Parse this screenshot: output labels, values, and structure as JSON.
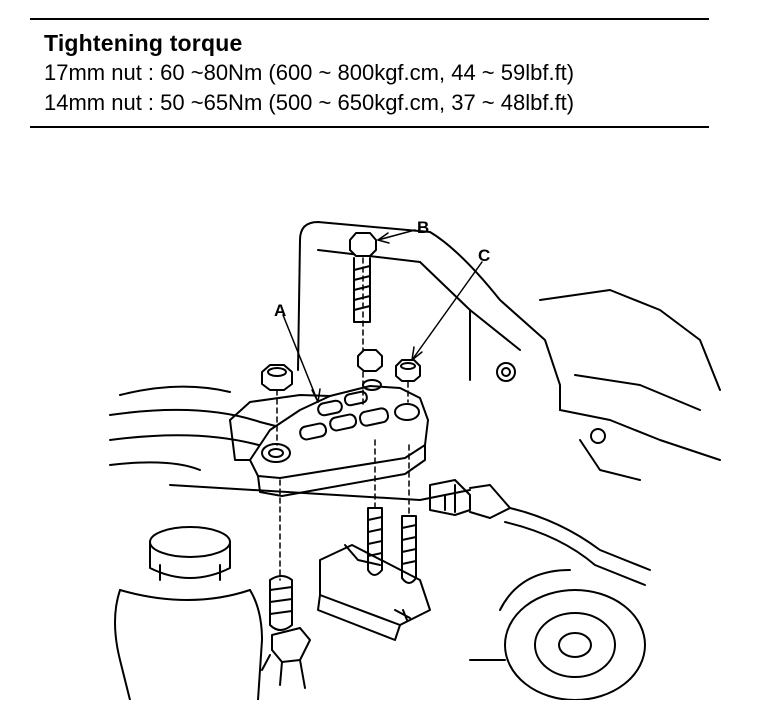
{
  "spec_box": {
    "heading": "Tightening  torque",
    "lines": [
      "17mm nut : 60 ~80Nm (600 ~ 800kgf.cm, 44 ~ 59lbf.ft)",
      "14mm nut : 50 ~65Nm (500 ~ 650kgf.cm, 37 ~ 48lbf.ft)"
    ]
  },
  "figure": {
    "callouts": [
      "A",
      "B",
      "C"
    ]
  }
}
